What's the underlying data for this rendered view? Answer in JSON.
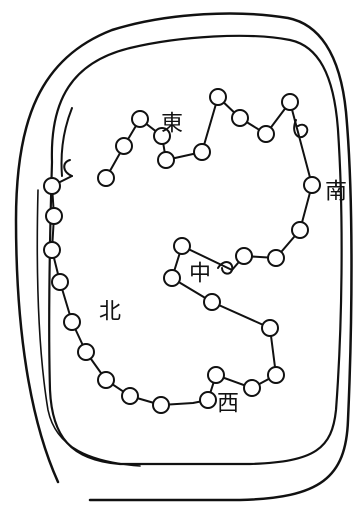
{
  "labels": {
    "east": "東",
    "south": "南",
    "center": "中",
    "north": "北",
    "west": "西"
  },
  "colors": {
    "ink": "#111111",
    "paper": "#ffffff"
  }
}
